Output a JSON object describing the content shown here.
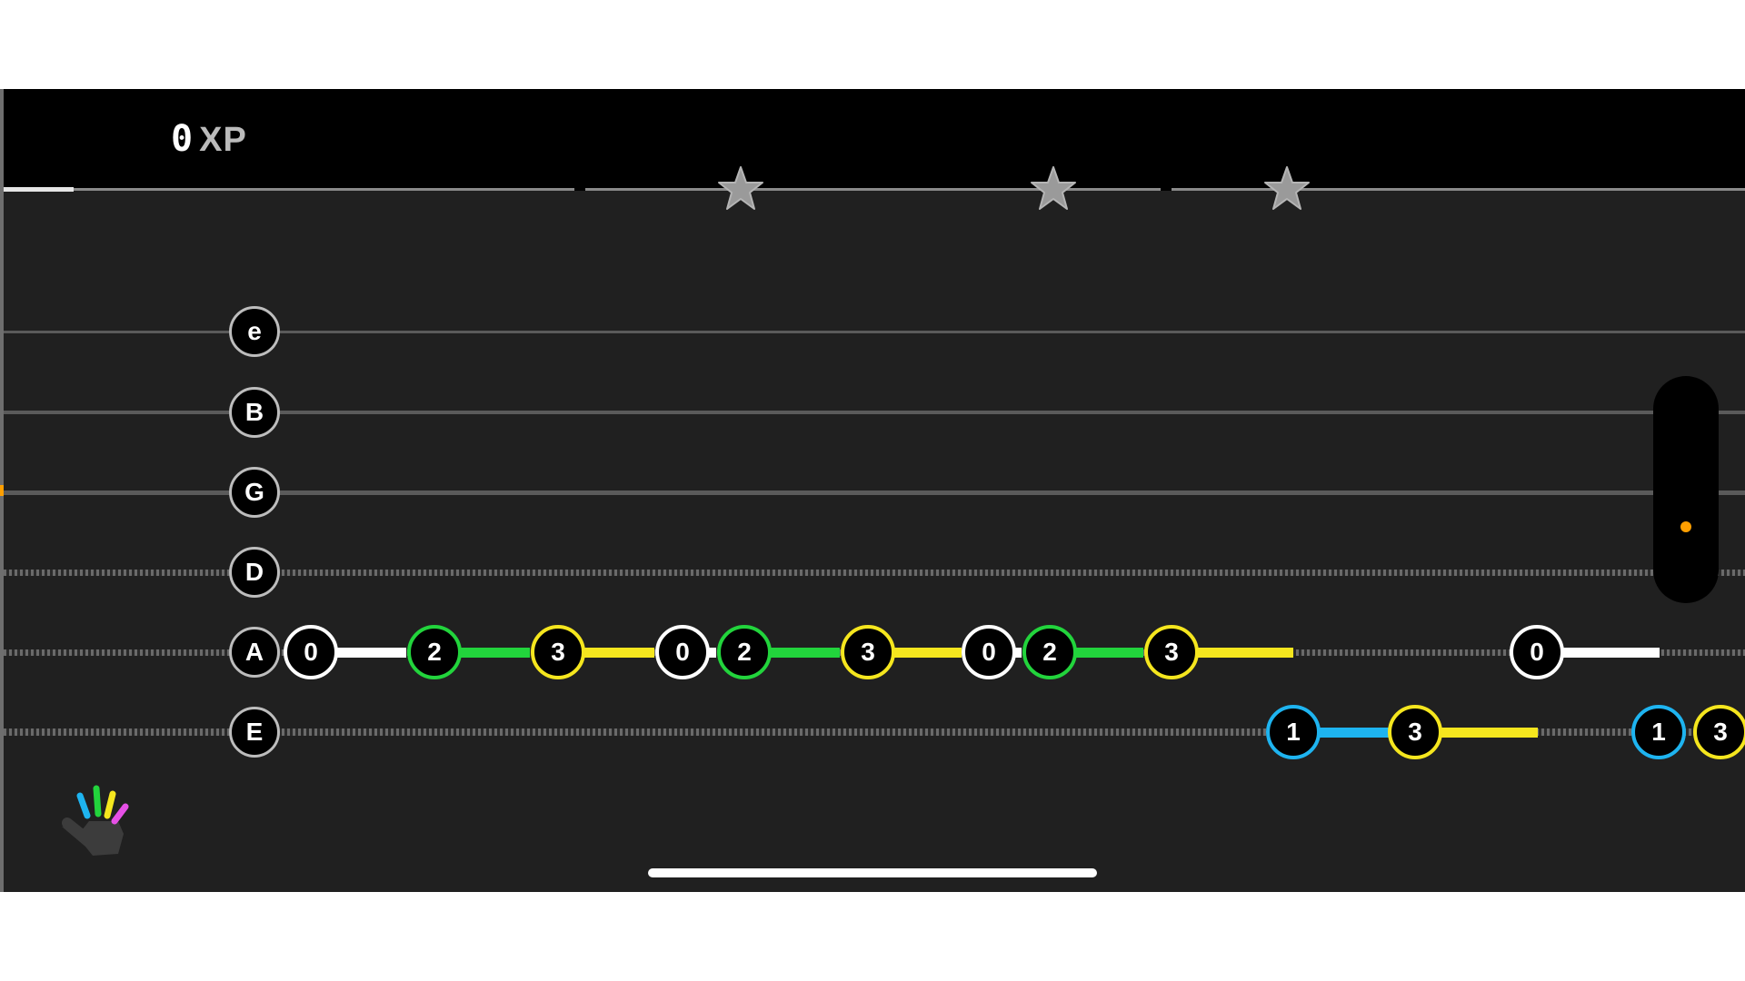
{
  "header": {
    "xp_value": "0",
    "xp_label": "XP"
  },
  "progress": {
    "fraction": 0.04
  },
  "milestones": [
    {
      "icon": "star-icon"
    },
    {
      "icon": "star-icon"
    },
    {
      "icon": "star-icon"
    }
  ],
  "strings": [
    {
      "label": "e",
      "wound": false
    },
    {
      "label": "B",
      "wound": false
    },
    {
      "label": "G",
      "wound": false
    },
    {
      "label": "D",
      "wound": true
    },
    {
      "label": "A",
      "wound": true
    },
    {
      "label": "E",
      "wound": true
    }
  ],
  "finger_colors": {
    "0": "#ffffff",
    "1": "#1eb4f0",
    "2": "#22d43c",
    "3": "#f5e61e",
    "4": "#e650e6"
  },
  "notes": [
    {
      "string": "A",
      "fret": "0",
      "finger": 0
    },
    {
      "string": "A",
      "fret": "2",
      "finger": 2
    },
    {
      "string": "A",
      "fret": "3",
      "finger": 3
    },
    {
      "string": "A",
      "fret": "0",
      "finger": 0
    },
    {
      "string": "A",
      "fret": "2",
      "finger": 2
    },
    {
      "string": "A",
      "fret": "3",
      "finger": 3
    },
    {
      "string": "A",
      "fret": "0",
      "finger": 0
    },
    {
      "string": "A",
      "fret": "2",
      "finger": 2
    },
    {
      "string": "A",
      "fret": "3",
      "finger": 3
    },
    {
      "string": "E",
      "fret": "1",
      "finger": 1
    },
    {
      "string": "E",
      "fret": "3",
      "finger": 3
    },
    {
      "string": "A",
      "fret": "0",
      "finger": 0
    },
    {
      "string": "E",
      "fret": "1",
      "finger": 1
    },
    {
      "string": "E",
      "fret": "3",
      "finger": 3
    }
  ],
  "hand": {
    "icon": "hand-icon",
    "fingers": [
      "#1eb4f0",
      "#22d43c",
      "#f5e61e",
      "#e650e6"
    ]
  },
  "accent_color": "#ff9f00"
}
